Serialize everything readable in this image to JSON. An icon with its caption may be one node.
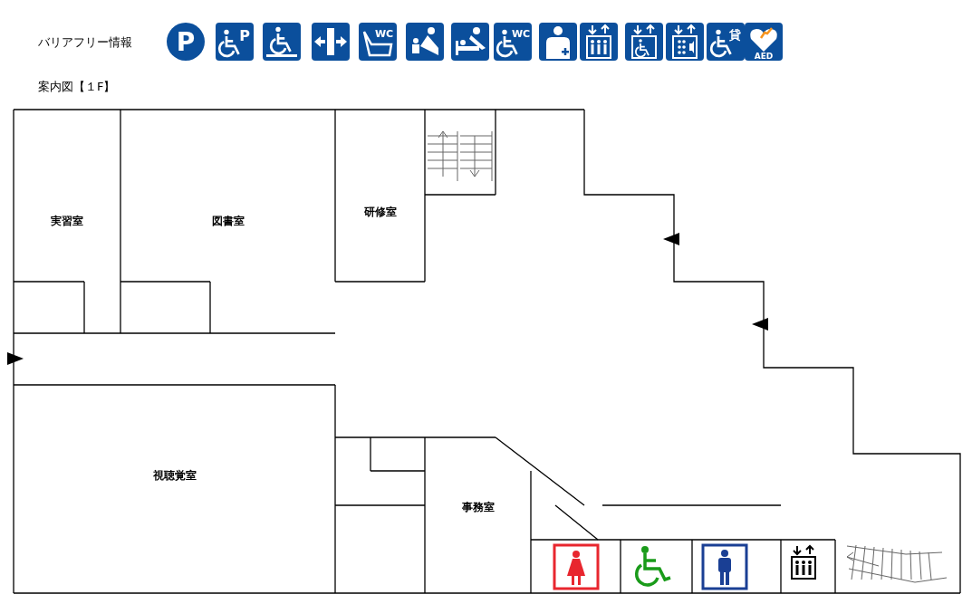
{
  "diagram": {
    "nodes": [
      {
        "text": [
          "実習室"
        ]
      },
      {
        "text": [
          "図書室"
        ]
      },
      {
        "text": [
          "研修室"
        ]
      },
      {
        "text": [
          "視聴覚室"
        ]
      },
      {
        "text": [
          "事務室"
        ]
      }
    ],
    "labels": [
      "バリアフリー情報",
      "P",
      "P",
      "WC",
      "WC",
      "貸",
      "AED",
      "案内図【１F】"
    ]
  }
}
